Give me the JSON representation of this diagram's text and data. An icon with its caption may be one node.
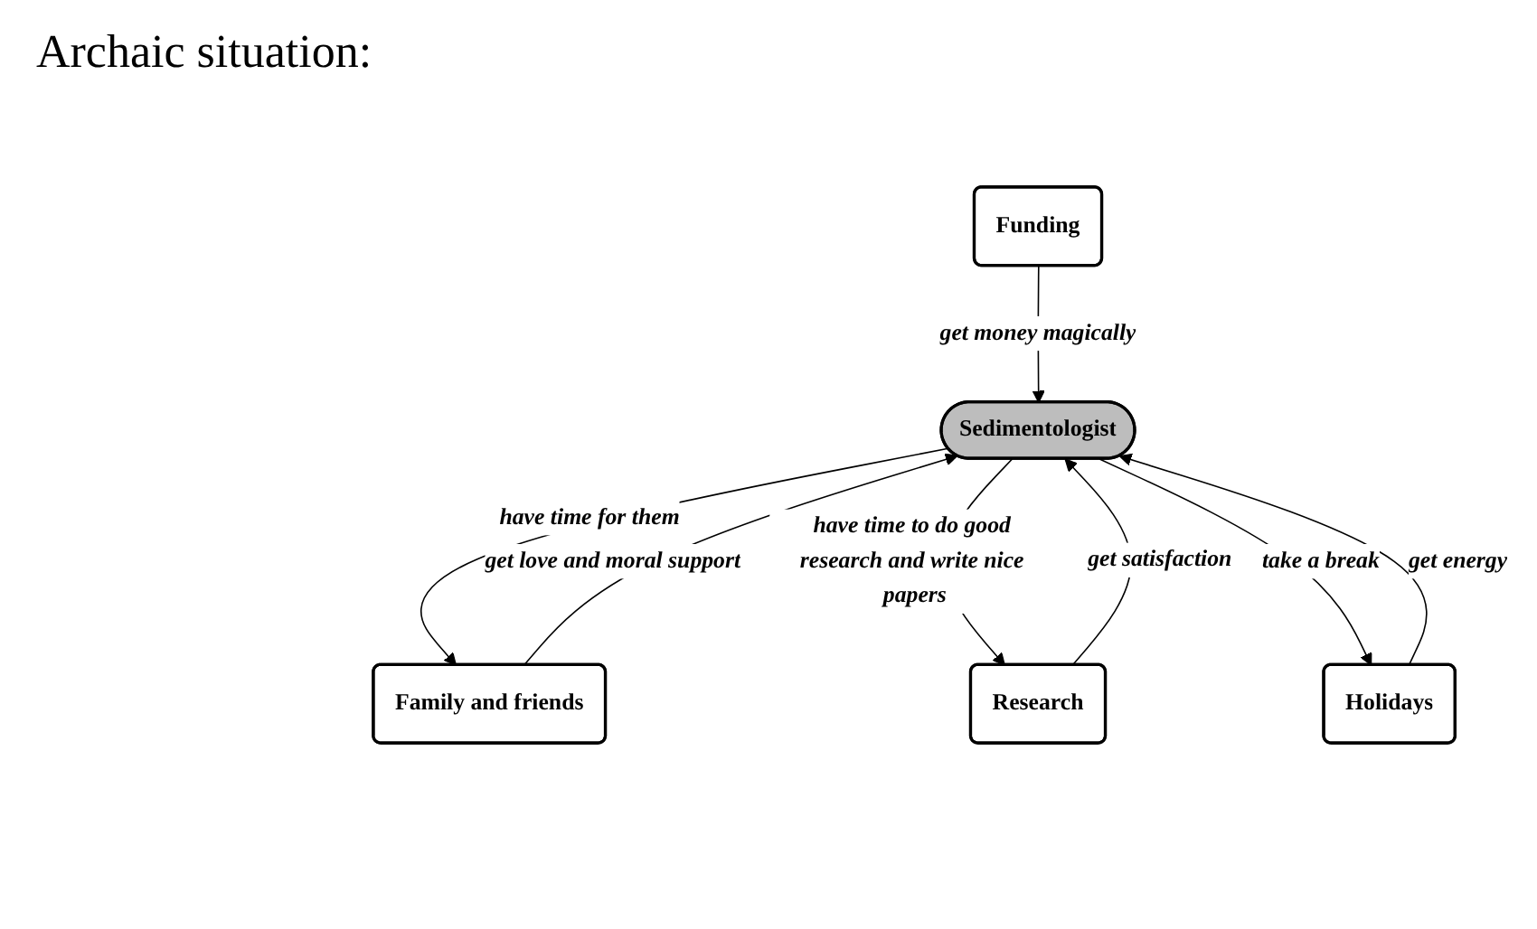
{
  "diagram": {
    "title": "Archaic situation:",
    "nodes": [
      {
        "text": [
          "Funding"
        ]
      },
      {
        "text": [
          "Sedimentologist"
        ]
      },
      {
        "text": [
          "Family and friends"
        ]
      },
      {
        "text": [
          "Research"
        ]
      },
      {
        "text": [
          "Holidays"
        ]
      }
    ],
    "edges": [
      {
        "from": 0,
        "to": 1,
        "arrow": "to",
        "label": "get money magically"
      },
      {
        "from": 1,
        "to": 2,
        "arrow": "to",
        "label": "have time for them"
      },
      {
        "from": 2,
        "to": 1,
        "arrow": "to",
        "label": "get love and moral support"
      },
      {
        "from": 1,
        "to": 3,
        "arrow": "to",
        "label": "have time to do good research and write nice papers"
      },
      {
        "from": 3,
        "to": 1,
        "arrow": "to",
        "label": "get satisfaction"
      },
      {
        "from": 1,
        "to": 4,
        "arrow": "to",
        "label": "take a break"
      },
      {
        "from": 4,
        "to": 1,
        "arrow": "to",
        "label": "get energy"
      }
    ]
  }
}
